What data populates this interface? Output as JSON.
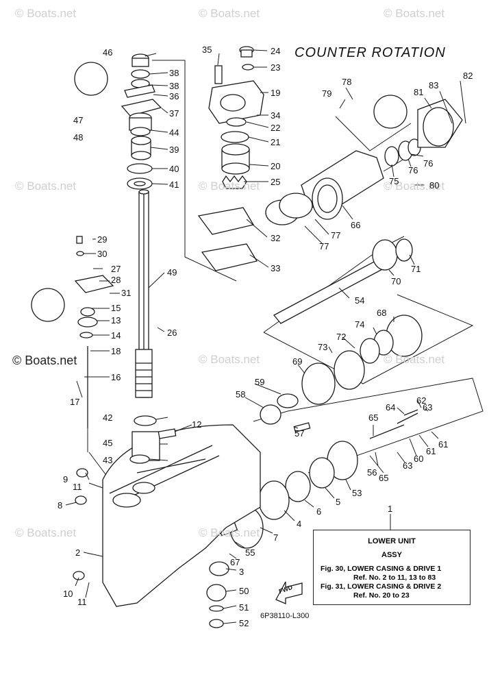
{
  "title": "COUNTER ROTATION",
  "watermark": "© Boats.net",
  "watermark_faint": "Boats.net",
  "drawing_number": "6P38110-L300",
  "fwd_label": "FWD",
  "legend": {
    "part_no": "1",
    "name": "LOWER UNIT",
    "sub": "ASSY",
    "line1": "Fig. 30, LOWER CASING & DRIVE 1",
    "line2": "Ref. No. 2 to 11, 13 to 83",
    "line3": "Fig. 31, LOWER CASING & DRIVE 2",
    "line4": "Ref. No. 20 to 23"
  },
  "callouts": [
    "46",
    "38",
    "38",
    "36",
    "37",
    "47",
    "48",
    "44",
    "39",
    "40",
    "41",
    "35",
    "24",
    "23",
    "19",
    "34",
    "22",
    "21",
    "20",
    "25",
    "32",
    "33",
    "29",
    "30",
    "27",
    "28",
    "31",
    "15",
    "13",
    "14",
    "18",
    "16",
    "17",
    "49",
    "26",
    "42",
    "12",
    "45",
    "43",
    "9",
    "11",
    "8",
    "2",
    "10",
    "11",
    "78",
    "79",
    "82",
    "81",
    "83",
    "76",
    "76",
    "75",
    "80",
    "66",
    "77",
    "77",
    "71",
    "70",
    "54",
    "68",
    "74",
    "72",
    "73",
    "69",
    "59",
    "58",
    "57",
    "65",
    "62",
    "63",
    "64",
    "61",
    "61",
    "60",
    "56",
    "63",
    "65",
    "53",
    "5",
    "6",
    "4",
    "7",
    "55",
    "67",
    "3",
    "50",
    "51",
    "52",
    "1"
  ],
  "colors": {
    "line": "#1a1a1a",
    "watermark": "#cfcfcf",
    "fill": "#ffffff"
  }
}
